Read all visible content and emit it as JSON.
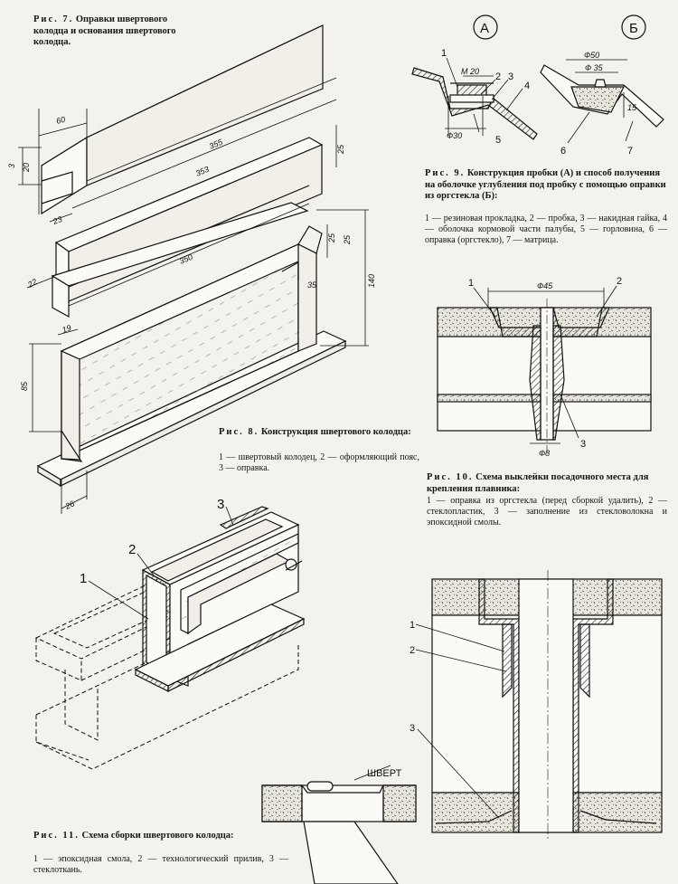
{
  "fig7": {
    "prefix": "Рис. 7.",
    "text": "Оправки швертового колодца и основания швертового колодца.",
    "dims": {
      "d60": "60",
      "d20": "20",
      "d3": "3",
      "d23": "23",
      "d355": "355",
      "d353": "353",
      "d25": "25"
    }
  },
  "fig8": {
    "prefix": "Рис. 8.",
    "title": "Конструкция швертового колодца:",
    "legend": "1 — швертовый колодец, 2 — оформляющий пояс, 3 — оправка.",
    "dims": {
      "d22": "22",
      "d350": "350",
      "d25a": "25",
      "d25b": "25",
      "d35": "35",
      "d140": "140",
      "d19": "19",
      "d85": "85",
      "d26": "26"
    }
  },
  "fig9": {
    "prefix": "Рис. 9.",
    "title": "Конструкция пробки (А) и способ получения на оболочке углубления под пробку с помощью оправки из оргстекла (Б):",
    "legend": "1 — резиновая прокладка, 2 — пробка, 3 — накидная гайка, 4 — оболочка кормовой части палубы, 5 — горловина, 6 — оправка (оргстекло), 7 — матрица.",
    "markA": "А",
    "markB": "Б",
    "dims": {
      "m20": "M 20",
      "phi30": "Ф30",
      "phi50": "Ф50",
      "phi35": "Ф 35",
      "d15": "15"
    },
    "nums": {
      "n1": "1",
      "n2": "2",
      "n3": "3",
      "n4": "4",
      "n5": "5",
      "n6": "6",
      "n7": "7"
    }
  },
  "fig10": {
    "prefix": "Рис. 10.",
    "title": "Схема выклейки посадочного места для крепления плавника:",
    "legend": "1 — оправка из оргстекла (перед сборкой удалить), 2 — стеклопластик, 3 — заполнение из стекловолокна и эпоксидной смолы.",
    "dims": {
      "phi45": "Ф45",
      "phi8": "Ф8"
    },
    "nums": {
      "n1": "1",
      "n2": "2",
      "n3": "3"
    }
  },
  "fig11": {
    "prefix": "Рис. 11.",
    "title": "Схема сборки швертового колодца:",
    "legend": "1 — эпоксидная смола, 2 — технологический прилив, 3 — стеклоткань.",
    "nums": {
      "n1": "1",
      "n2": "2",
      "n3": "3"
    }
  },
  "fig12": {
    "label_shvert": "ШВЕРТ",
    "nums": {
      "n1": "1",
      "n2": "2",
      "n3": "3"
    }
  }
}
